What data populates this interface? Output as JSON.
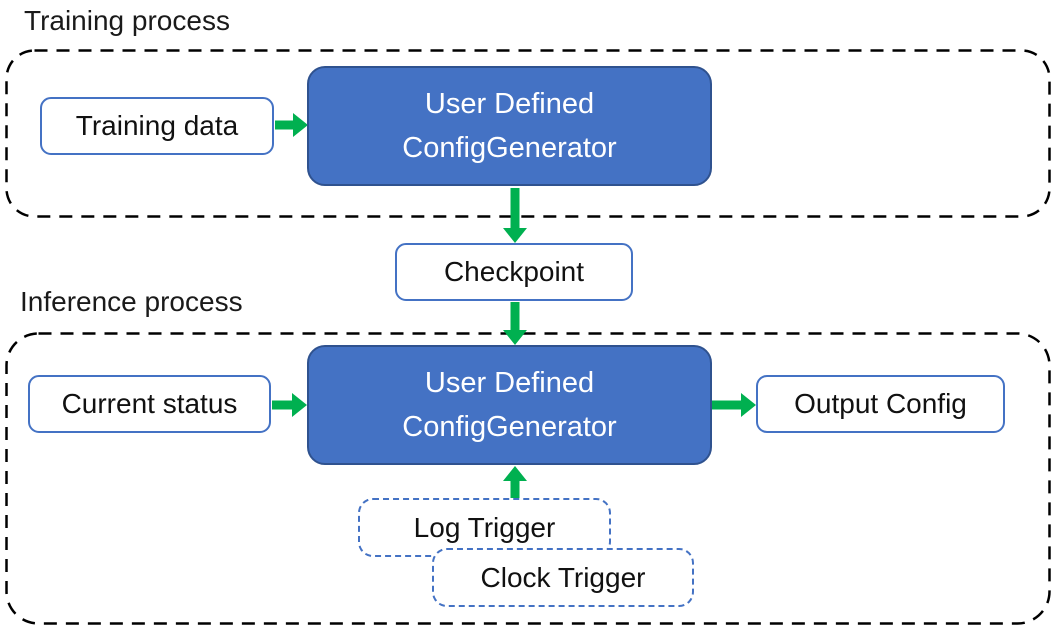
{
  "colors": {
    "generator_fill": "#4472C4",
    "generator_border": "#2F528F",
    "io_box_border": "#4472C4",
    "trigger_border": "#4472C4",
    "arrow_green": "#00B050",
    "container_dash": "#000000",
    "text_dark": "#111111",
    "text_light": "#FFFFFF"
  },
  "training": {
    "title": "Training process",
    "input_box": "Training data",
    "generator": {
      "line1": "User Defined",
      "line2": "ConfigGenerator"
    }
  },
  "checkpoint": {
    "label": "Checkpoint"
  },
  "inference": {
    "title": "Inference process",
    "input_box": "Current status",
    "generator": {
      "line1": "User Defined",
      "line2": "ConfigGenerator"
    },
    "output_box": "Output Config",
    "triggers": {
      "log": "Log Trigger",
      "clock": "Clock Trigger"
    }
  }
}
